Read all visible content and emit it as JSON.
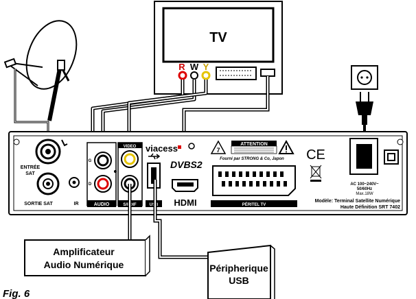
{
  "tv": {
    "label": "TV",
    "rca_r": "R",
    "rca_w": "W",
    "rca_y": "Y"
  },
  "receiver": {
    "input_label": "ENTRÉE",
    "input_label2": "SAT",
    "output_label": "SORTIE SAT",
    "ir_label": "IR",
    "audio_label": "AUDIO",
    "audio_g": "G",
    "audio_d": "D",
    "video_label": "VIDEO",
    "spdif_label": "S/PDIF",
    "usb_label": "USB",
    "viaccess_label": "viacess",
    "dvb_label": "DVBS2",
    "hdmi_label": "HDMI",
    "peritel_label": "PÉRITEL TV",
    "warning_number": "7",
    "attention_label": "ATTENTION",
    "supplier_text": "Fourni  par STRONG & Co, Japon",
    "ce_label": "CE",
    "power_spec1": "AC 100~240V~",
    "power_spec2": "50/60Hz",
    "power_spec3": "Max.18W",
    "model_line1": "Modèle: Terminal Satellite Numérique",
    "model_line2": "Haute Définition SRT 7402"
  },
  "amplifier": {
    "line1": "Amplificateur",
    "line2": "Audio Numérique"
  },
  "usb_device": {
    "line1": "Péripherique",
    "line2": "USB"
  },
  "figure_label": "Fig. 6"
}
